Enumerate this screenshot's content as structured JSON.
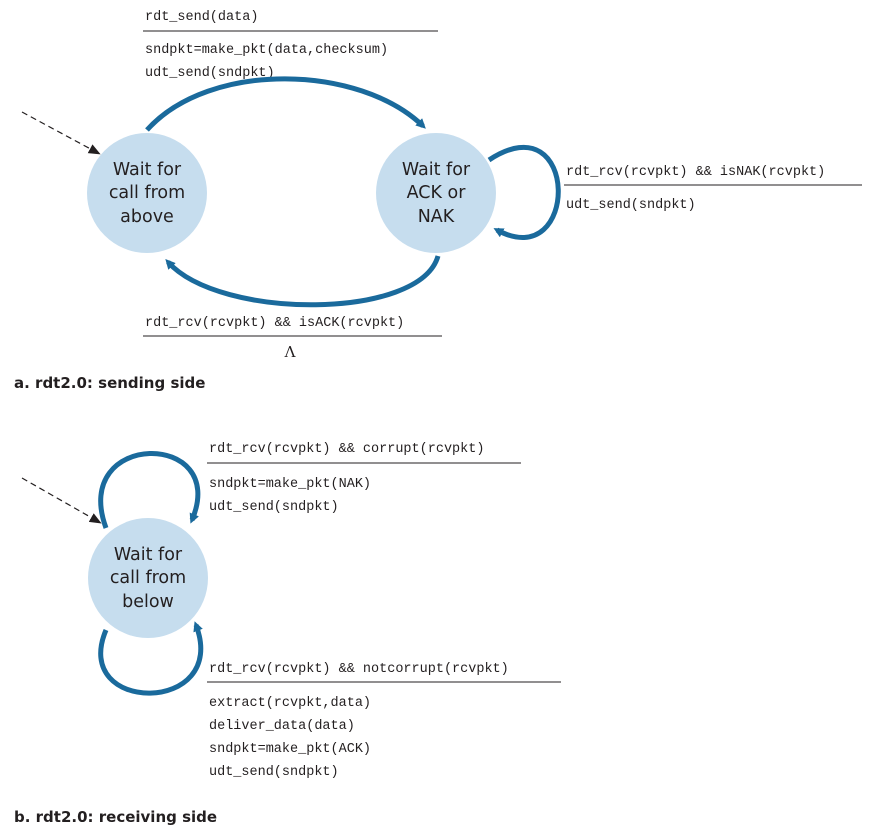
{
  "colors": {
    "state_fill": "#c6ddee",
    "arrow": "#1a6a9c",
    "text": "#231f20"
  },
  "sender": {
    "caption": "a.  rdt2.0: sending side",
    "state_wait_call_above": [
      "Wait for",
      "call from",
      "above"
    ],
    "state_wait_ack_nak": [
      "Wait for",
      "ACK or",
      "NAK"
    ],
    "transition_send": {
      "event": "rdt_send(data)",
      "actions": [
        "sndpkt=make_pkt(data,checksum)",
        "udt_send(sndpkt)"
      ]
    },
    "transition_nak": {
      "event": "rdt_rcv(rcvpkt) && isNAK(rcvpkt)",
      "actions": [
        "udt_send(sndpkt)"
      ]
    },
    "transition_ack": {
      "event": "rdt_rcv(rcvpkt) && isACK(rcvpkt)",
      "actions": [
        "Λ"
      ]
    }
  },
  "receiver": {
    "caption": "b.  rdt2.0: receiving side",
    "state_wait_call_below": [
      "Wait for",
      "call from",
      "below"
    ],
    "transition_corrupt": {
      "event": "rdt_rcv(rcvpkt) && corrupt(rcvpkt)",
      "actions": [
        "sndpkt=make_pkt(NAK)",
        "udt_send(sndpkt)"
      ]
    },
    "transition_notcorrupt": {
      "event": "rdt_rcv(rcvpkt) && notcorrupt(rcvpkt)",
      "actions": [
        "extract(rcvpkt,data)",
        "deliver_data(data)",
        "sndpkt=make_pkt(ACK)",
        "udt_send(sndpkt)"
      ]
    }
  }
}
